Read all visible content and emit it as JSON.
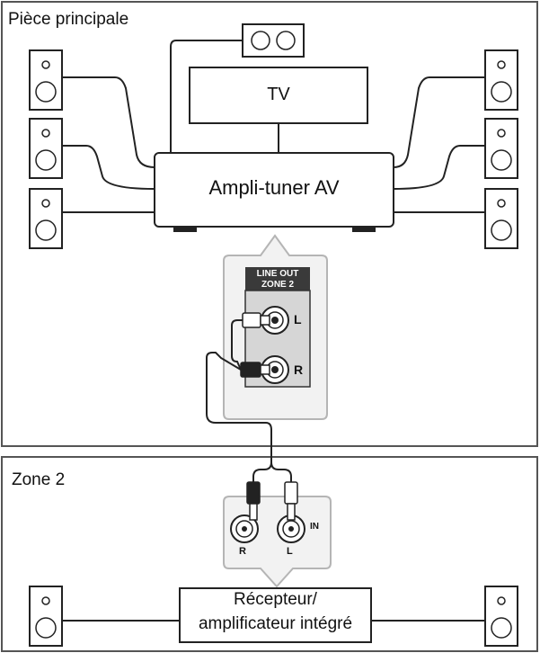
{
  "zones": {
    "main_room_label": "Pièce principale",
    "zone2_label": "Zone 2"
  },
  "devices": {
    "tv_label": "TV",
    "av_receiver_label": "Ampli-tuner AV",
    "zone2_receiver_line1": "Récepteur/",
    "zone2_receiver_line2": "amplificateur intégré"
  },
  "panel_main": {
    "header_top": "LINE OUT",
    "header_bottom": "ZONE 2",
    "jack_left_label": "L",
    "jack_right_label": "R"
  },
  "panel_zone2": {
    "jack_right_label": "R",
    "jack_left_label": "L",
    "input_label": "IN"
  },
  "colors": {
    "line": "#222222",
    "panel_fill": "#f2f2f2",
    "panel_border": "#b5b5b5",
    "jack_panel": "#d6d6d6",
    "header_dark": "#3a3a3a"
  }
}
